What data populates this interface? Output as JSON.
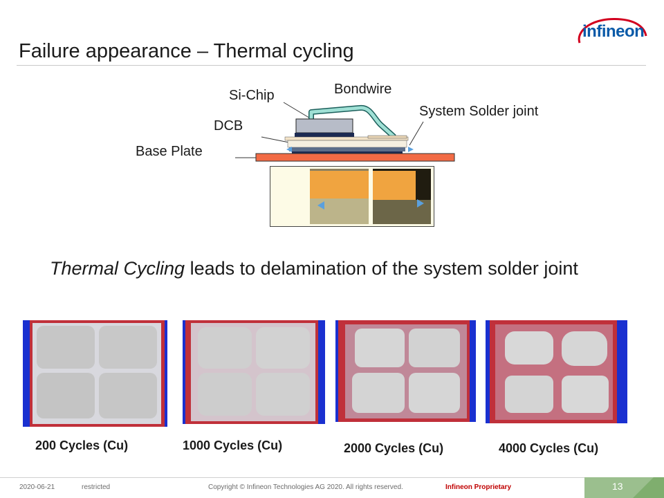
{
  "slide": {
    "title": "Failure appearance – Thermal cycling",
    "logo_text": "infineon",
    "labels": {
      "si_chip": "Si-Chip",
      "bondwire": "Bondwire",
      "system_solder_joint": "System Solder joint",
      "dcb": "DCB",
      "base_plate": "Base Plate"
    },
    "statement": {
      "emphasis": "Thermal Cycling",
      "rest": " leads to delamination of the system solder joint"
    },
    "samples": [
      {
        "caption": "200 Cycles (Cu)"
      },
      {
        "caption": "1000 Cycles (Cu)"
      },
      {
        "caption": "2000 Cycles (Cu)"
      },
      {
        "caption": "4000 Cycles (Cu)"
      }
    ],
    "footer": {
      "date": "2020-06-21",
      "classification": "restricted",
      "copyright": "Copyright © Infineon Technologies AG 2020. All rights reserved.",
      "proprietary": "Infineon Proprietary",
      "page": "13"
    }
  }
}
